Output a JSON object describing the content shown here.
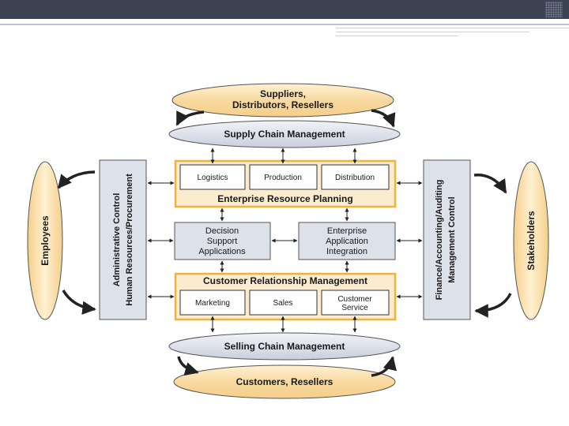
{
  "nodes": {
    "suppliers_line1": "Suppliers,",
    "suppliers_line2": "Distributors, Resellers",
    "supply_chain": "Supply Chain Management",
    "employees": "Employees",
    "admin_line1": "Administrative Control",
    "admin_line2": "Human Resources/Procurement",
    "logistics": "Logistics",
    "production": "Production",
    "distribution": "Distribution",
    "erp": "Enterprise Resource Planning",
    "dss_line1": "Decision",
    "dss_line2": "Support",
    "dss_line3": "Applications",
    "eai_line1": "Enterprise",
    "eai_line2": "Application",
    "eai_line3": "Integration",
    "crm": "Customer Relationship Management",
    "marketing": "Marketing",
    "sales": "Sales",
    "cust_service_line1": "Customer",
    "cust_service_line2": "Service",
    "finance_line1": "Finance/Accounting/Auditing",
    "finance_line2": "Management Control",
    "stakeholders": "Stakeholders",
    "selling_chain": "Selling Chain Management",
    "customers": "Customers, Resellers"
  },
  "colors": {
    "ellipse_tan": "#f9deaa",
    "ellipse_blue": "#dfe3ee",
    "panel_gray": "#dde1e9",
    "box_outline": "#f2b13b",
    "top_bar": "#3d4352"
  }
}
